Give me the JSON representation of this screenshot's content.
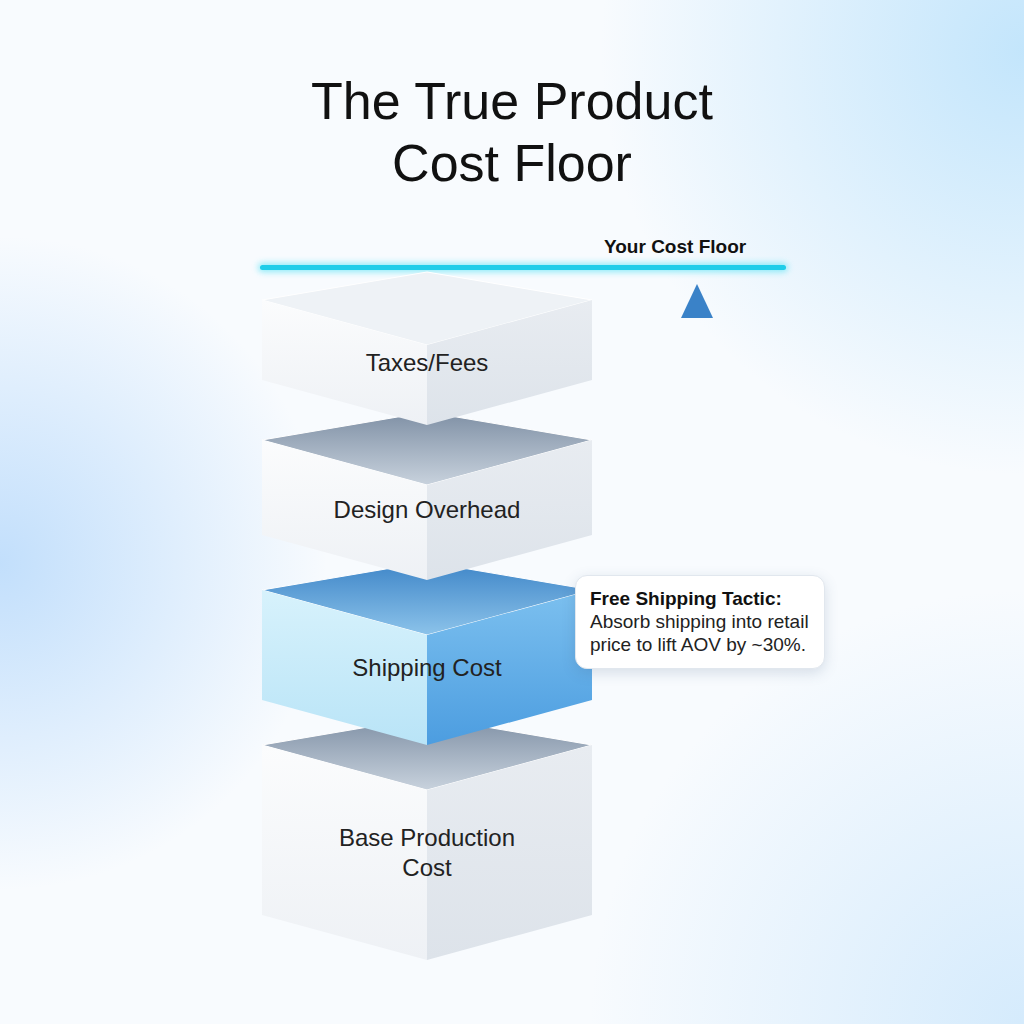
{
  "diagram": {
    "title": "The True Product Cost Floor",
    "nodes": [
      {
        "text": [
          "Taxes/Fees"
        ]
      },
      {
        "text": [
          "Design Overhead"
        ]
      },
      {
        "text": [
          "Shipping Cost"
        ]
      },
      {
        "text": [
          "Base Production Cost"
        ]
      },
      {
        "text": [
          "Free Shipping Tactic:",
          "Absorb shipping into retail price to lift AOV by ~30%."
        ]
      }
    ],
    "labels": [
      "Your Cost Floor"
    ]
  }
}
